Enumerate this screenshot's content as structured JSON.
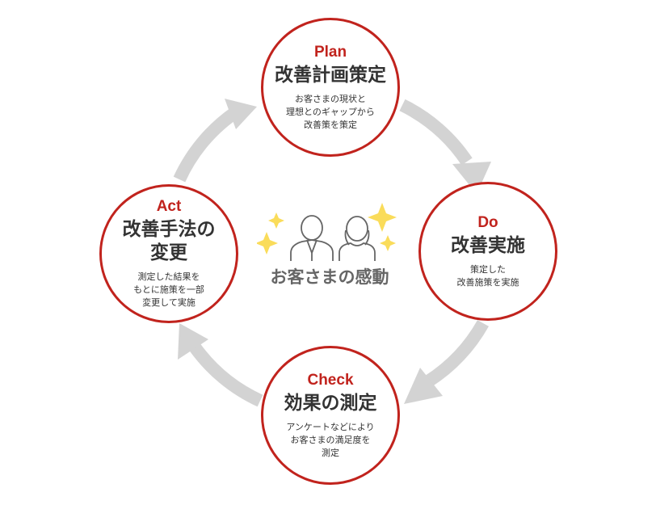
{
  "colors": {
    "accent": "#c1231d",
    "ring": "#d3d3d3",
    "sparkle": "#fadc5a",
    "text": "#333333"
  },
  "center": {
    "label": "お客さまの感動"
  },
  "steps": [
    {
      "en": "Plan",
      "jp": "改善計画策定",
      "desc": "お客さまの現状と\n理想とのギャップから\n改善策を策定"
    },
    {
      "en": "Do",
      "jp": "改善実施",
      "desc": "策定した\n改善施策を実施"
    },
    {
      "en": "Check",
      "jp": "効果の測定",
      "desc": "アンケートなどにより\nお客さまの満足度を\n測定"
    },
    {
      "en": "Act",
      "jp": "改善手法の\n変更",
      "desc": "測定した結果を\nもとに施策を一部\n変更して実施"
    }
  ]
}
